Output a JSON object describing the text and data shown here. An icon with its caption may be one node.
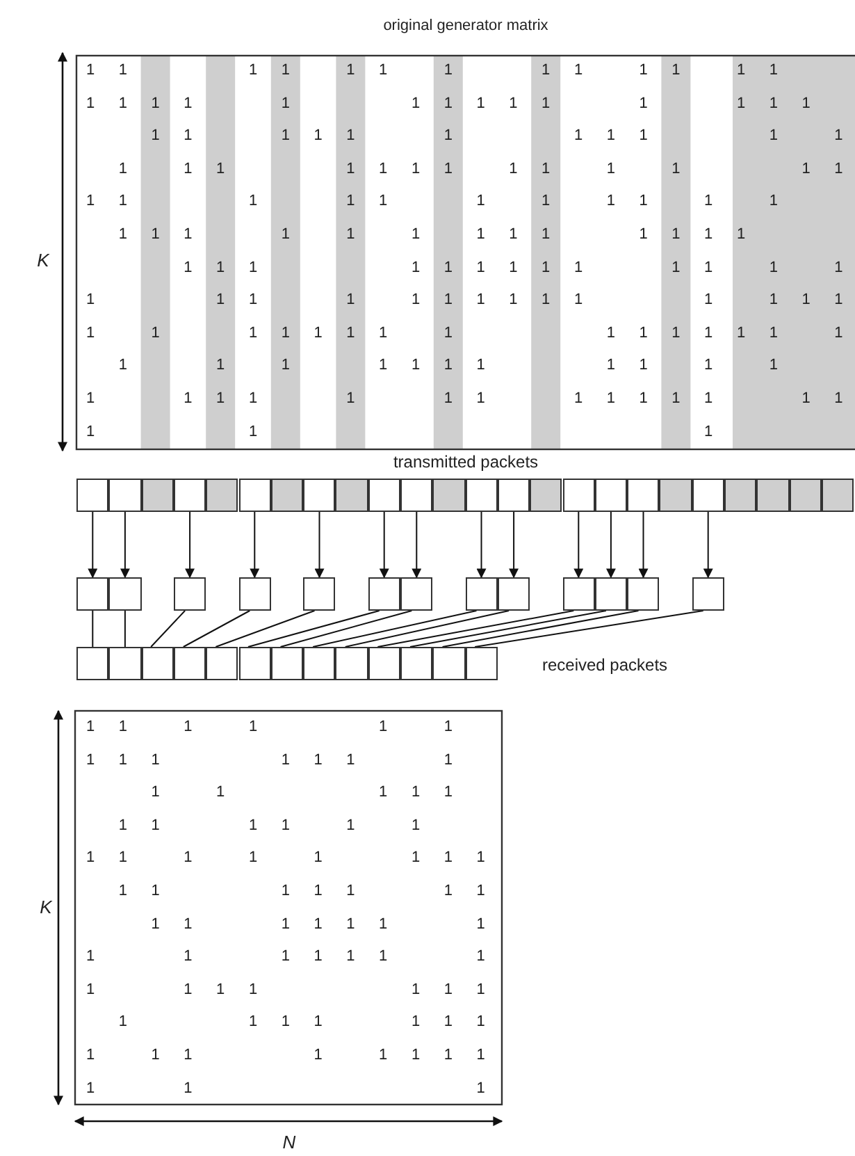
{
  "diagram": {
    "nodes": [
      {
        "text": [],
        "shape": "box"
      },
      {
        "text": [],
        "shape": "box"
      },
      {
        "text": [],
        "shape": "box"
      },
      {
        "text": [],
        "shape": "box"
      },
      {
        "text": [],
        "shape": "box"
      },
      {
        "text": [],
        "shape": "box"
      },
      {
        "text": [],
        "shape": "box"
      },
      {
        "text": [],
        "shape": "box"
      },
      {
        "text": [],
        "shape": "box"
      },
      {
        "text": [],
        "shape": "box"
      },
      {
        "text": [],
        "shape": "box"
      },
      {
        "text": [],
        "shape": "box"
      },
      {
        "text": [],
        "shape": "box"
      },
      {
        "text": [],
        "shape": "box"
      },
      {
        "text": [],
        "shape": "box"
      },
      {
        "text": [],
        "shape": "box"
      },
      {
        "text": [],
        "shape": "box"
      },
      {
        "text": [],
        "shape": "box"
      },
      {
        "text": [],
        "shape": "box"
      },
      {
        "text": [],
        "shape": "box"
      },
      {
        "text": [],
        "shape": "box"
      },
      {
        "text": [],
        "shape": "box"
      },
      {
        "text": [],
        "shape": "box"
      },
      {
        "text": [],
        "shape": "box"
      },
      {
        "text": [],
        "shape": "box"
      },
      {
        "text": [],
        "shape": "box"
      },
      {
        "text": [],
        "shape": "box"
      },
      {
        "text": [],
        "shape": "box"
      },
      {
        "text": [],
        "shape": "box"
      },
      {
        "text": [],
        "shape": "box"
      },
      {
        "text": [],
        "shape": "box"
      },
      {
        "text": [],
        "shape": "box"
      },
      {
        "text": [],
        "shape": "box"
      },
      {
        "text": [],
        "shape": "box"
      },
      {
        "text": [],
        "shape": "box"
      },
      {
        "text": [],
        "shape": "box"
      },
      {
        "text": [],
        "shape": "box"
      },
      {
        "text": [],
        "shape": "box"
      },
      {
        "text": [],
        "shape": "box"
      },
      {
        "text": [],
        "shape": "box"
      },
      {
        "text": [],
        "shape": "box"
      },
      {
        "text": [],
        "shape": "box"
      },
      {
        "text": [],
        "shape": "box"
      },
      {
        "text": [],
        "shape": "box"
      },
      {
        "text": [],
        "shape": "box"
      },
      {
        "text": [],
        "shape": "box"
      },
      {
        "text": [],
        "shape": "box"
      },
      {
        "text": [],
        "shape": "box"
      },
      {
        "text": [],
        "shape": "box"
      },
      {
        "text": [],
        "shape": "box"
      }
    ],
    "edges": [
      {
        "from": 0,
        "to": 24,
        "arrow": "to"
      },
      {
        "from": 1,
        "to": 25,
        "arrow": "to"
      },
      {
        "from": 3,
        "to": 26,
        "arrow": "to"
      },
      {
        "from": 5,
        "to": 27,
        "arrow": "to"
      },
      {
        "from": 7,
        "to": 28,
        "arrow": "to"
      },
      {
        "from": 9,
        "to": 29,
        "arrow": "to"
      },
      {
        "from": 10,
        "to": 30,
        "arrow": "to"
      },
      {
        "from": 12,
        "to": 31,
        "arrow": "to"
      },
      {
        "from": 13,
        "to": 32,
        "arrow": "to"
      },
      {
        "from": 15,
        "to": 33,
        "arrow": "to"
      },
      {
        "from": 16,
        "to": 34,
        "arrow": "to"
      },
      {
        "from": 17,
        "to": 35,
        "arrow": "to"
      },
      {
        "from": 19,
        "to": 36,
        "arrow": "to"
      },
      {
        "from": 24,
        "to": 37,
        "arrow": "none"
      },
      {
        "from": 25,
        "to": 38,
        "arrow": "none"
      },
      {
        "from": 26,
        "to": 39,
        "arrow": "none"
      },
      {
        "from": 27,
        "to": 40,
        "arrow": "none"
      },
      {
        "from": 28,
        "to": 41,
        "arrow": "none"
      },
      {
        "from": 29,
        "to": 42,
        "arrow": "none"
      },
      {
        "from": 30,
        "to": 43,
        "arrow": "none"
      },
      {
        "from": 31,
        "to": 44,
        "arrow": "none"
      },
      {
        "from": 32,
        "to": 45,
        "arrow": "none"
      },
      {
        "from": 33,
        "to": 46,
        "arrow": "none"
      },
      {
        "from": 34,
        "to": 47,
        "arrow": "none"
      },
      {
        "from": 35,
        "to": 48,
        "arrow": "none"
      },
      {
        "from": 36,
        "to": 49,
        "arrow": "none"
      }
    ],
    "labels": [
      "original generator matrix",
      "K",
      "1",
      "1",
      "1",
      "1",
      "1",
      "1",
      "1",
      "1",
      "1",
      "1",
      "1",
      "1",
      "1",
      "1",
      "1",
      "1",
      "1",
      "1",
      "1",
      "1",
      "1",
      "1",
      "1",
      "1",
      "1",
      "1",
      "1",
      "1",
      "1",
      "1",
      "1",
      "1",
      "1",
      "1",
      "1",
      "1",
      "1",
      "1",
      "1",
      "1",
      "1",
      "1",
      "1",
      "1",
      "1",
      "1",
      "1",
      "1",
      "1",
      "1",
      "1",
      "1",
      "1",
      "1",
      "1",
      "1",
      "1",
      "1",
      "1",
      "1",
      "1",
      "1",
      "1",
      "1",
      "1",
      "1",
      "1",
      "1",
      "1",
      "1",
      "1",
      "1",
      "1",
      "1",
      "1",
      "1",
      "1",
      "1",
      "1",
      "1",
      "1",
      "1",
      "1",
      "1",
      "1",
      "1",
      "1",
      "1",
      "1",
      "1",
      "1",
      "1",
      "1",
      "1",
      "1",
      "1",
      "1",
      "1",
      "1",
      "1",
      "1",
      "1",
      "1",
      "1",
      "1",
      "1",
      "1",
      "1",
      "1",
      "1",
      "1",
      "1",
      "1",
      "1",
      "1",
      "1",
      "1",
      "1",
      "1",
      "1",
      "1",
      "1",
      "1",
      "1",
      "1",
      "1",
      "1",
      "1",
      "1",
      "1",
      "1",
      "1",
      "1",
      "1",
      "1",
      "1",
      "1",
      "1",
      "1",
      "1",
      "1",
      "1",
      "1",
      "1",
      "1",
      "transmitted packets",
      "received packets",
      "K",
      "1",
      "1",
      "1",
      "1",
      "1",
      "1",
      "1",
      "1",
      "1",
      "1",
      "1",
      "1",
      "1",
      "1",
      "1",
      "1",
      "1",
      "1",
      "1",
      "1",
      "1",
      "1",
      "1",
      "1",
      "1",
      "1",
      "1",
      "1",
      "1",
      "1",
      "1",
      "1",
      "1",
      "1",
      "1",
      "1",
      "1",
      "1",
      "1",
      "1",
      "1",
      "1",
      "1",
      "1",
      "1",
      "1",
      "1",
      "1",
      "1",
      "1",
      "1",
      "1",
      "1",
      "1",
      "1",
      "1",
      "1",
      "1",
      "1",
      "1",
      "1",
      "1",
      "1",
      "1",
      "1",
      "1",
      "1",
      "1",
      "1",
      "1",
      "1",
      "1",
      "1",
      "1",
      "1",
      "1",
      "1",
      "1",
      "N"
    ]
  }
}
